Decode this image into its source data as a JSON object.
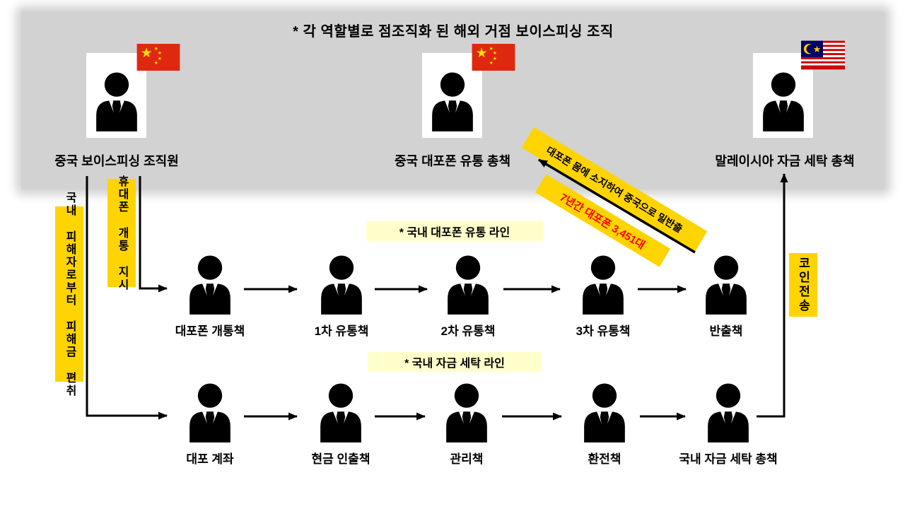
{
  "title": "* 각 역할별로 점조직화 된 해외 거점 보이스피싱 조직",
  "panel": {
    "background": "#D2D2D2"
  },
  "top_row": {
    "persons": [
      {
        "label": "중국 보이스피싱 조직원",
        "flag": "china"
      },
      {
        "label": "중국 대포폰 유통 총책",
        "flag": "china"
      },
      {
        "label": "말레이시아 자금 세탁 총책",
        "flag": "malaysia"
      }
    ]
  },
  "left_annotations": {
    "victim_money": "국내 피해자로부터 피해금 편취",
    "phone_order": "휴대폰 개통 지시"
  },
  "phone_line": {
    "label": "* 국내 대포폰 유통 라인",
    "persons": [
      "대포폰 개통책",
      "1차 유통책",
      "2차 유통책",
      "3차 유통책",
      "반출책"
    ]
  },
  "money_line": {
    "label": "* 국내 자금 세탁 라인",
    "persons": [
      "대포 계좌",
      "현금 인출책",
      "관리책",
      "환전책",
      "국내 자금 세탁 총책"
    ]
  },
  "diagonal_annotations": {
    "smuggle": "대포폰 몸에 소지하여 중국으로 밀반출",
    "stat": "7년간 대포폰 3,451대",
    "stat_color": "#FF0000"
  },
  "right_annotation": "코인전송",
  "colors": {
    "note_yellow": "#FFD400",
    "line_title_cream": "#FFFFCC",
    "panel_gray": "#D2D2D2",
    "alert_red": "#FF0000",
    "silhouette": "#000000"
  }
}
